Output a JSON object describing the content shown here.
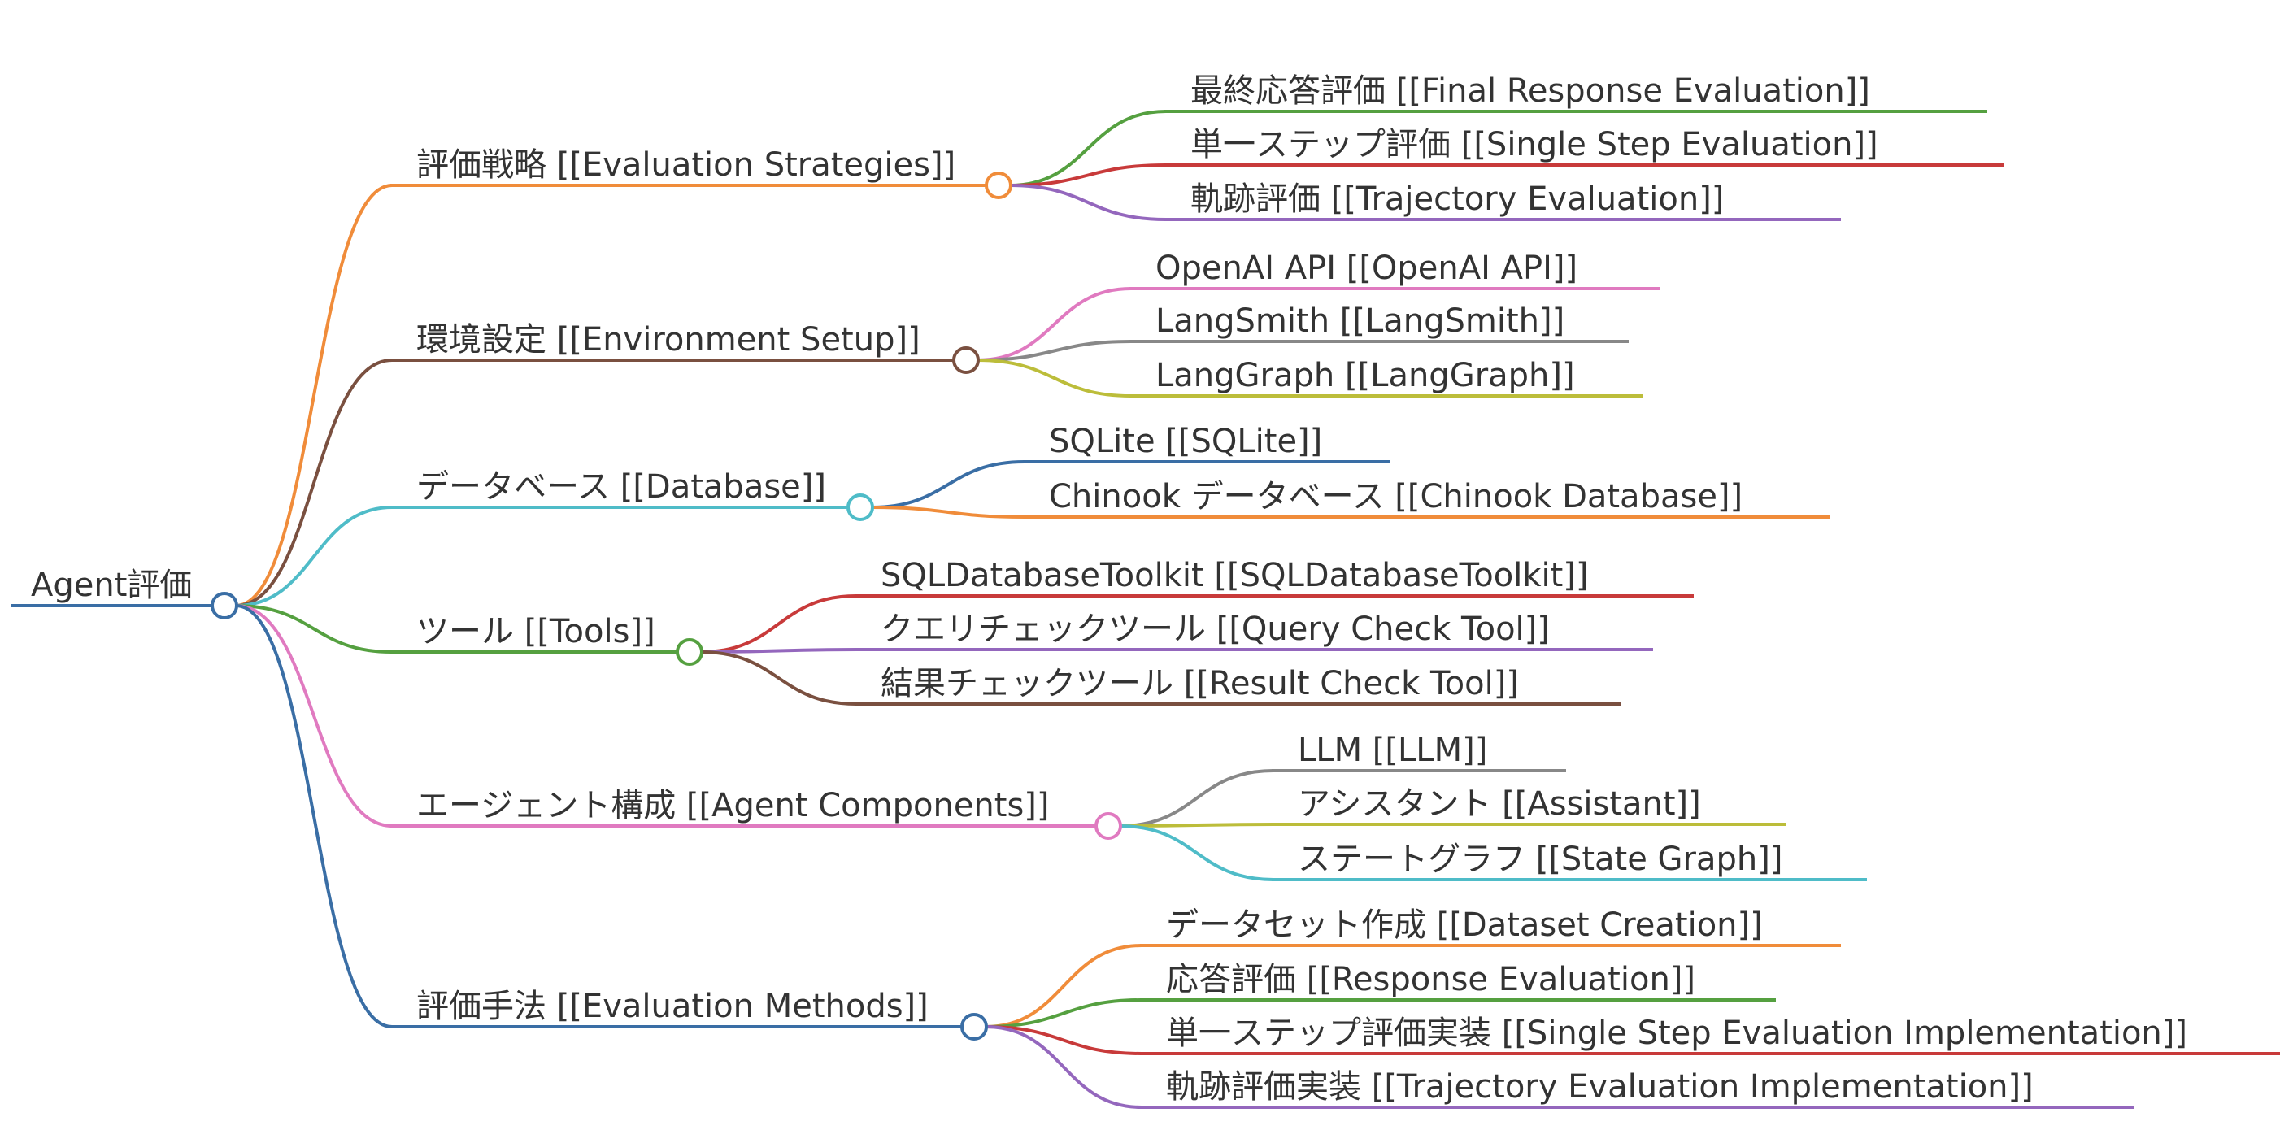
{
  "root": {
    "label": "Agent評価",
    "color": "#3a6ea5"
  },
  "branches": [
    {
      "label": "評価戦略 [[Evaluation Strategies]]",
      "color": "#f08c3a",
      "children": [
        {
          "label": "最終応答評価 [[Final Response Evaluation]]",
          "color": "#55a040"
        },
        {
          "label": "単一ステップ評価 [[Single Step Evaluation]]",
          "color": "#c83a3a"
        },
        {
          "label": "軌跡評価 [[Trajectory Evaluation]]",
          "color": "#9467bd"
        }
      ]
    },
    {
      "label": "環境設定 [[Environment Setup]]",
      "color": "#7a5040",
      "children": [
        {
          "label": "OpenAI API [[OpenAI API]]",
          "color": "#e07ac0"
        },
        {
          "label": "LangSmith [[LangSmith]]",
          "color": "#888888"
        },
        {
          "label": "LangGraph [[LangGraph]]",
          "color": "#bcbd3a"
        }
      ]
    },
    {
      "label": "データベース [[Database]]",
      "color": "#4fbcc8",
      "children": [
        {
          "label": "SQLite [[SQLite]]",
          "color": "#3a6ea5"
        },
        {
          "label": "Chinook データベース [[Chinook Database]]",
          "color": "#f08c3a"
        }
      ]
    },
    {
      "label": "ツール [[Tools]]",
      "color": "#55a040",
      "children": [
        {
          "label": "SQLDatabaseToolkit [[SQLDatabaseToolkit]]",
          "color": "#c83a3a"
        },
        {
          "label": "クエリチェックツール [[Query Check Tool]]",
          "color": "#9467bd"
        },
        {
          "label": "結果チェックツール [[Result Check Tool]]",
          "color": "#7a5040"
        }
      ]
    },
    {
      "label": "エージェント構成 [[Agent Components]]",
      "color": "#e07ac0",
      "children": [
        {
          "label": "LLM [[LLM]]",
          "color": "#888888"
        },
        {
          "label": "アシスタント [[Assistant]]",
          "color": "#bcbd3a"
        },
        {
          "label": "ステートグラフ [[State Graph]]",
          "color": "#4fbcc8"
        }
      ]
    },
    {
      "label": "評価手法 [[Evaluation Methods]]",
      "color": "#3a6ea5",
      "children": [
        {
          "label": "データセット作成 [[Dataset Creation]]",
          "color": "#f08c3a"
        },
        {
          "label": "応答評価 [[Response Evaluation]]",
          "color": "#55a040"
        },
        {
          "label": "単一ステップ評価実装 [[Single Step Evaluation Implementation]]",
          "color": "#c83a3a"
        },
        {
          "label": "軌跡評価実装 [[Trajectory Evaluation Implementation]]",
          "color": "#9467bd"
        }
      ]
    }
  ]
}
